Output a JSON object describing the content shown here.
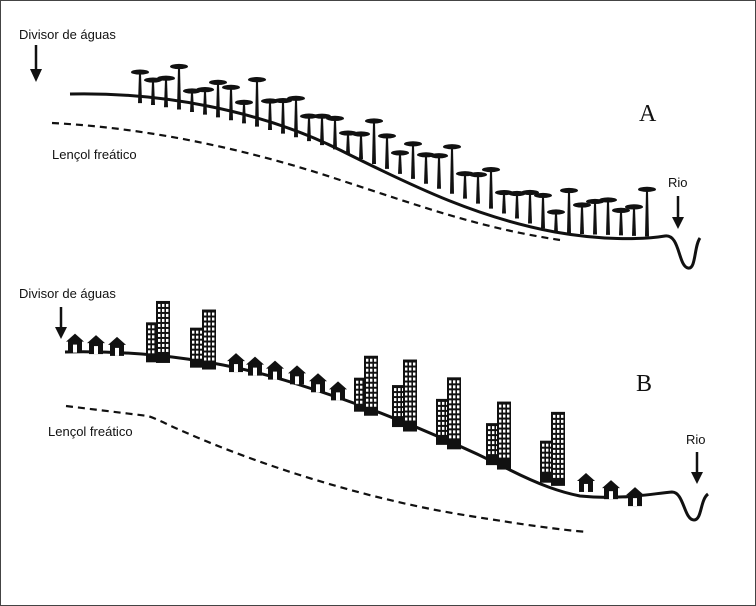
{
  "panel_a": {
    "letter": "A",
    "divide_label": "Divisor de águas",
    "water_table_label": "Lençol freático",
    "river_label": "Rio"
  },
  "panel_b": {
    "letter": "B",
    "divide_label": "Divisor de águas",
    "water_table_label": "Lençol freático",
    "river_label": "Rio"
  },
  "colors": {
    "ink": "#111111",
    "window": "#ffffff",
    "frame": "#444444"
  },
  "icons": [
    "down-arrow-icon",
    "tree-icon",
    "house-icon",
    "building-icon"
  ]
}
